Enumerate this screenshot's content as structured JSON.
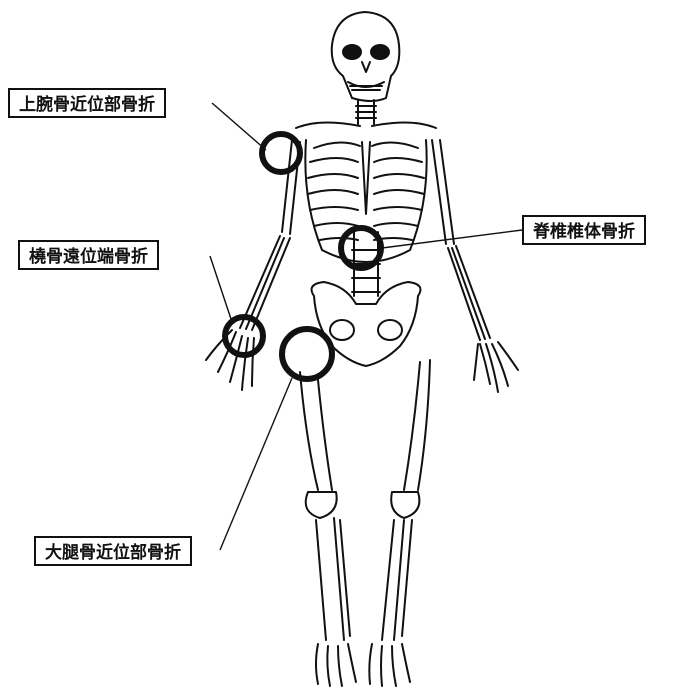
{
  "labels": {
    "humerus": "上腕骨近位部骨折",
    "radius": "橈骨遠位端骨折",
    "spine": "脊椎椎体骨折",
    "femur": "大腿骨近位部骨折"
  },
  "colors": {
    "ink": "#111111",
    "background": "#ffffff"
  },
  "icons": [
    "skeleton-figure",
    "fracture-site-circle"
  ]
}
